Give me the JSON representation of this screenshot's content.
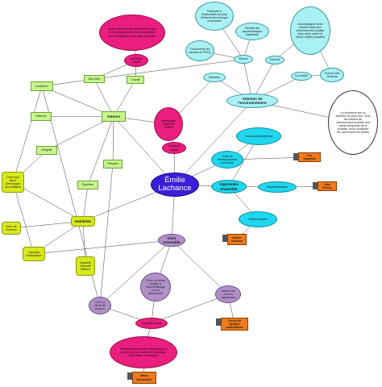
{
  "center": {
    "line1": "Émilie",
    "line2": "Lachance"
  },
  "nodes": {
    "valeurs": "Valeurs",
    "habiletes": "Habiletés",
    "vivre_ensemble": "Vivre ensemble",
    "attentes": "Attentes de l'environnement",
    "apprendre": "Apprendre ensemble",
    "confiance": "Confiance",
    "bien_etre": "Bien-être",
    "travail": "Travail",
    "patience": "Patience",
    "integrite": "Intégrité",
    "respect": "Respect",
    "equilibre": "Équilibre",
    "creer_lien": "Créer des liens/ Développer des relations",
    "sens_humour": "Sens de l'humour",
    "capacite_adaptation": "Capacité d'adaptation",
    "capacite_ecoute": "Capacité d'écoute efficace",
    "sentir_utile": "Sentir qu'ils me font sentir utile et que je leur apporte des choses positives qui m'amènent à mon plein potentiel",
    "construit_social": "Construit social",
    "developper_esprit": "Développer l'esprit de l'enfant",
    "construit_social2": "Construit social",
    "participer": "Participer à l'élaboration de plan d'intervention lorsque nécessaire",
    "transmettre": "Transmettre les savoirs du PFEQ",
    "rendre_apprentissages": "Rendre les apprentissages signifiants",
    "accompagner": "Accompagner leurs enfants dans leur cheminement scolaire pour qu'ils soient le mieux outillés possible",
    "eleves": "Élèves",
    "parents": "Parents",
    "direction": "Direction",
    "societe": "La société",
    "former_citoyens": "Former des citoyens",
    "confiance_element": "La confiance est un élément clé pour moi. Tous les acteurs du cheminement scolaire font partie intégrante de la réussite, avoir confiance les uns envers les autres",
    "socioconstructivisme": "Socioconstructivisme",
    "zone_developpement": "Zone de développement proximale",
    "experimentation": "Expérimentation",
    "differenciation": "Différenciation",
    "creer_climat": "Créer un climat propice à l'apprentissage et à la découverte",
    "creer_climat_respect": "Créer un climat de respect",
    "laisser_place": "Laisser des choix à l'apprenant",
    "construit_social3": "Construit social",
    "permettre": "Permettre aux élèves d'apprendre à penser par eux-même et à partager leurs idées, à dialoguer"
  },
  "authors": {
    "vygotsky": "Lev Vygotsky",
    "dewey": "John Dewey",
    "tomlinson": "Auteur inconnu",
    "gestion": "Centre de gestion participative",
    "montessori": "Maria Montessori"
  },
  "colors": {
    "green": "#c6f58b",
    "yellow": "#d7ea1a",
    "pink": "#ea1e7d",
    "cyan": "#a9f1f3",
    "cyan_dark": "#1fd7ee",
    "purple": "#b090c9",
    "orange": "#f27a1a",
    "center": "#3a1fd8"
  }
}
